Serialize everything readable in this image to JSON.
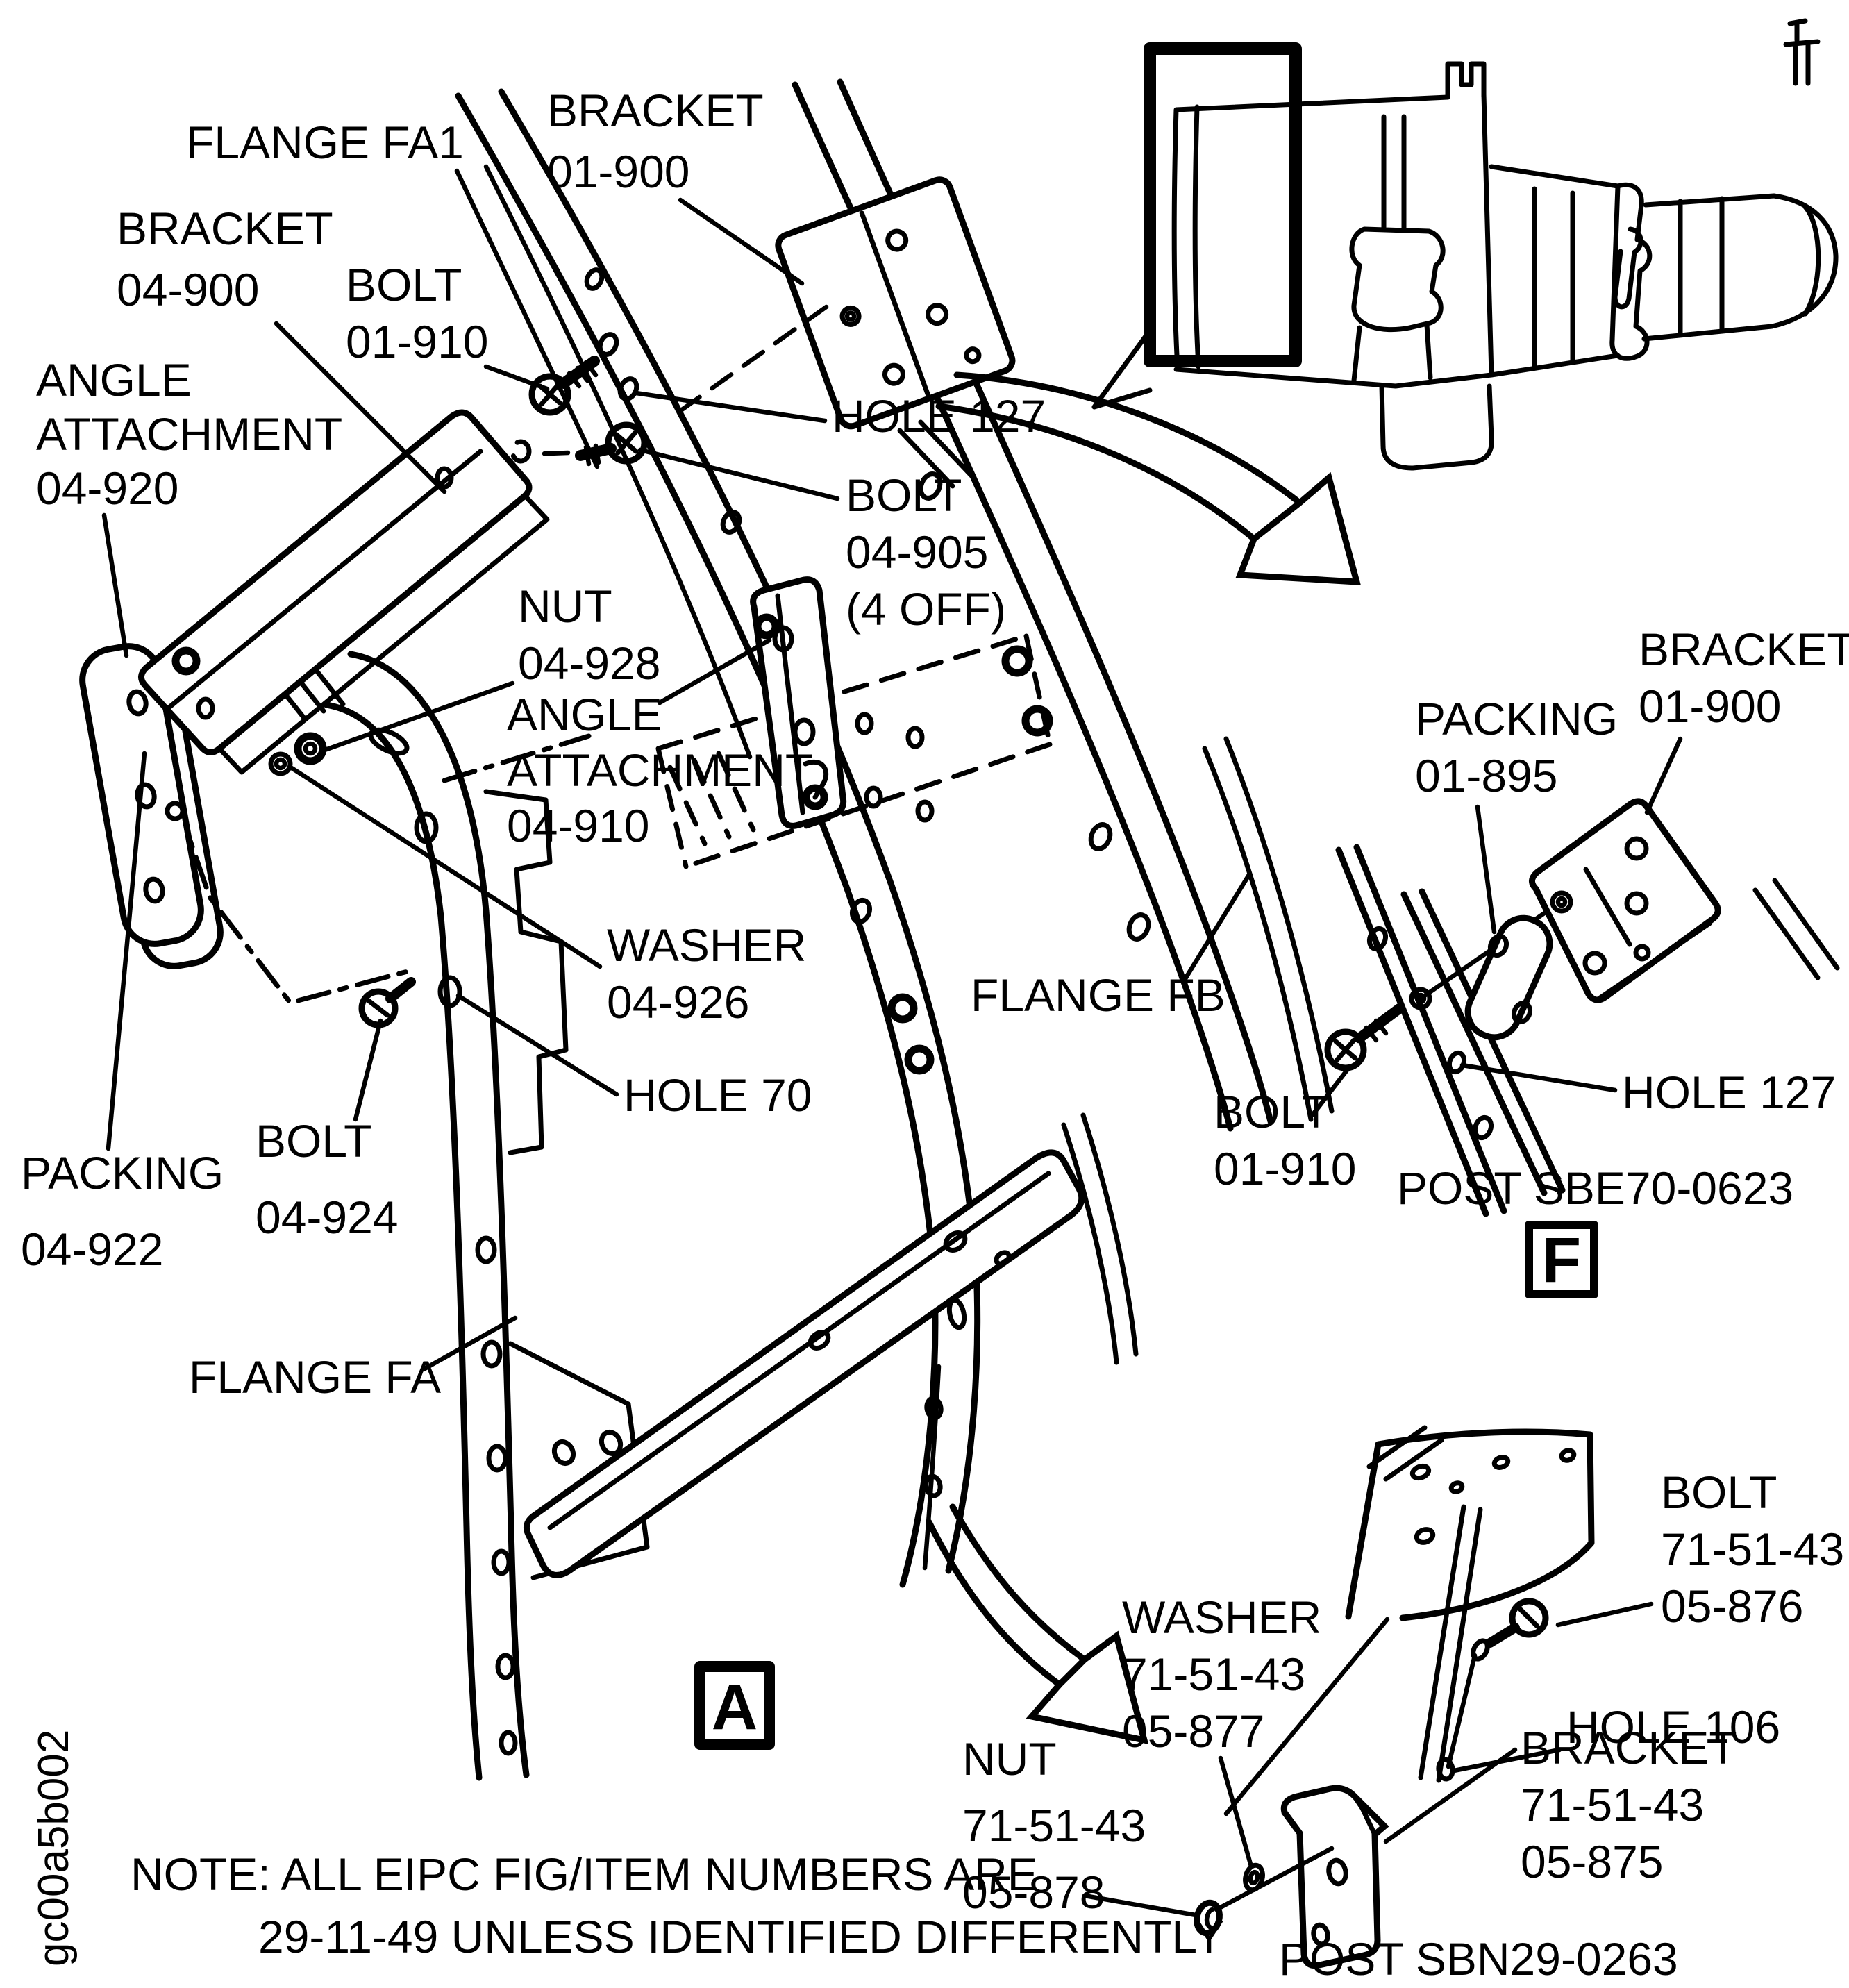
{
  "page": {
    "figure_code": "gc00a5b002",
    "ink_color": "#000000",
    "background_color": "#ffffff",
    "note_lines": [
      "NOTE: ALL EIPC FIG/ITEM NUMBERS ARE",
      "29-11-49 UNLESS IDENTIFIED DIFFERENTLY"
    ]
  },
  "main_view": {
    "detail_marker": "A",
    "labels": {
      "flange_fa1": [
        "FLANGE FA1"
      ],
      "bracket_01_900": [
        "BRACKET",
        "01-900"
      ],
      "bracket_04_900": [
        "BRACKET",
        "04-900"
      ],
      "bolt_01_910": [
        "BOLT",
        "01-910"
      ],
      "angle_attachment_04_920": [
        "ANGLE",
        "ATTACHMENT",
        "04-920"
      ],
      "hole_127": [
        "HOLE 127"
      ],
      "bolt_04_905": [
        "BOLT",
        "04-905",
        "(4 OFF)"
      ],
      "nut_04_928": [
        "NUT",
        "04-928"
      ],
      "angle_attachment_04_910": [
        "ANGLE",
        "ATTACHMENT",
        "04-910"
      ],
      "washer_04_926": [
        "WASHER",
        "04-926"
      ],
      "hole_70": [
        "HOLE 70"
      ],
      "packing_04_922": [
        "PACKING",
        "04-922"
      ],
      "bolt_04_924": [
        "BOLT",
        "04-924"
      ],
      "flange_fb": [
        "FLANGE FB"
      ],
      "flange_fa": [
        "FLANGE FA"
      ]
    }
  },
  "detail_f": {
    "detail_marker": "F",
    "post_note": "POST SBE70-0623",
    "labels": {
      "packing_01_895": [
        "PACKING",
        "01-895"
      ],
      "bracket_01_900": [
        "BRACKET",
        "01-900"
      ],
      "bolt_01_910": [
        "BOLT",
        "01-910"
      ],
      "hole_127": [
        "HOLE 127"
      ]
    }
  },
  "detail_a": {
    "post_note": "POST SBN29-0263",
    "labels": {
      "washer_05_877": [
        "WASHER",
        "71-51-43",
        "05-877"
      ],
      "bolt_05_876": [
        "BOLT",
        "71-51-43",
        "05-876"
      ],
      "hole_106": [
        "HOLE 106"
      ],
      "bracket_05_875": [
        "BRACKET",
        "71-51-43",
        "05-875"
      ],
      "nut_05_878": [
        "NUT",
        "71-51-43",
        "05-878"
      ]
    }
  }
}
